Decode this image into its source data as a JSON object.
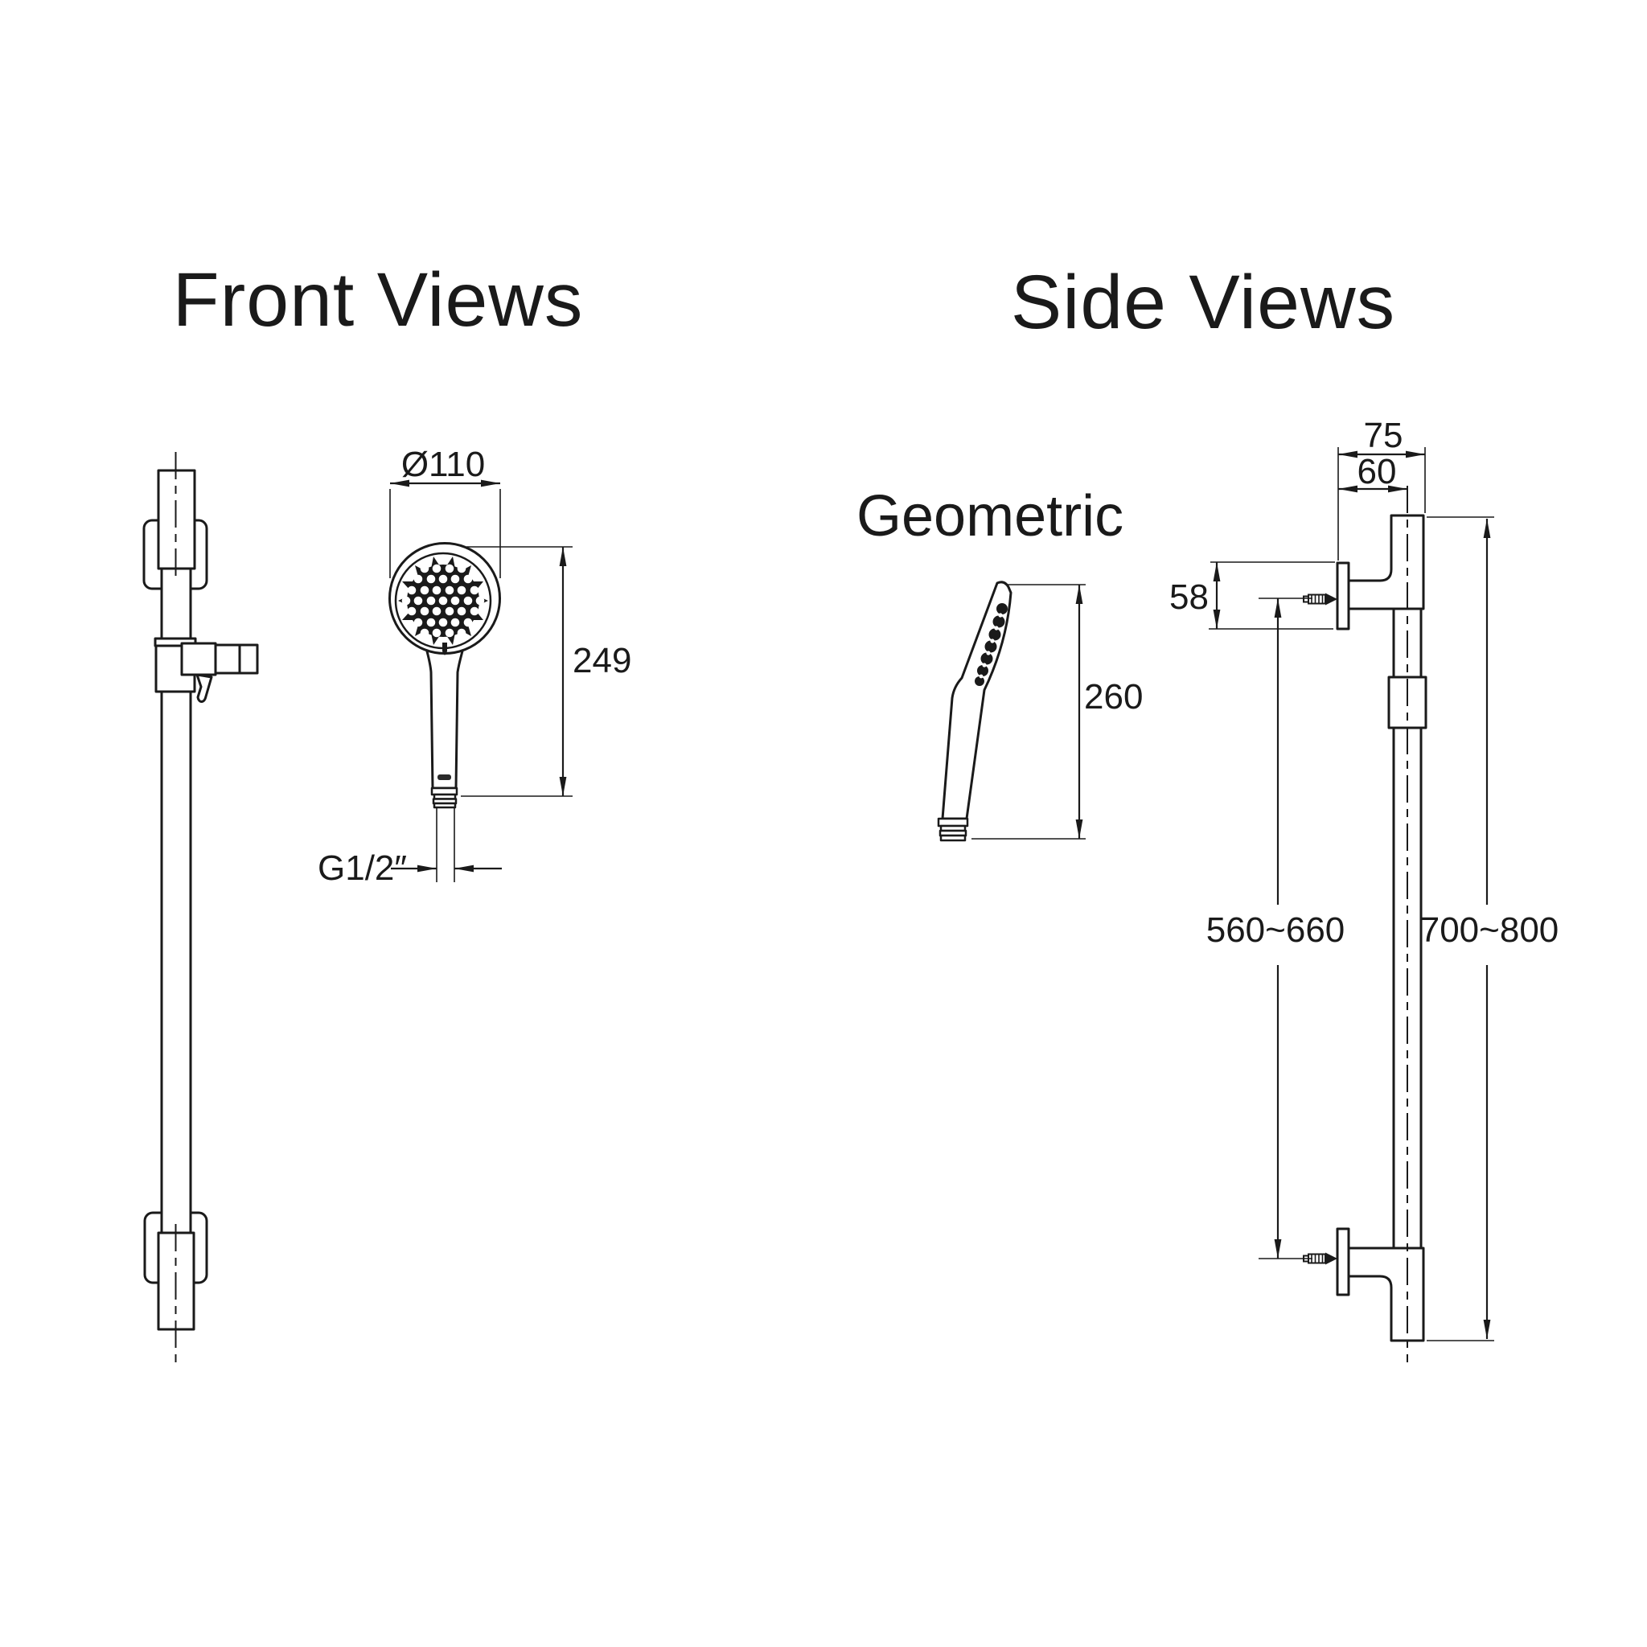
{
  "colors": {
    "background": "#ffffff",
    "line": "#1a1a1a"
  },
  "titles": {
    "front": "Front Views",
    "side": "Side Views"
  },
  "labels": {
    "handshower_style": "Geometric"
  },
  "front_handshower_dims": {
    "head_diameter": "Ø110",
    "overall_height": "249",
    "thread_size": "G1/2″"
  },
  "side_handshower_dims": {
    "overall_height": "260"
  },
  "side_slidebar_dims": {
    "wall_to_front": "75",
    "wall_to_bar_center": "60",
    "bracket_plate_height": "58",
    "mounting_hole_span": "560~660",
    "bar_length": "700~800"
  }
}
